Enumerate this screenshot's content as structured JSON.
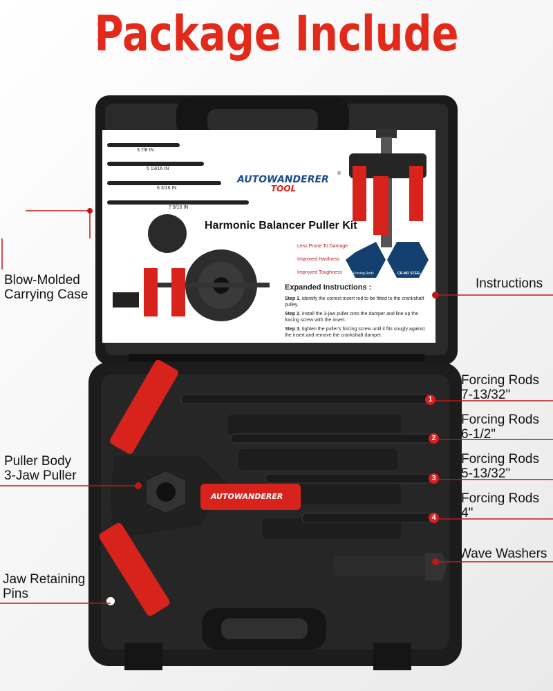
{
  "title": "Package Include",
  "brand": {
    "name": "AUTOWANDERER",
    "sub": "TOOL",
    "reg": "®"
  },
  "manual": {
    "heading": "Harmonic Balancer Puller Kit",
    "rod_sizes": [
      "3 7/8 IN",
      "5 13/16 IN",
      "6 3/16 IN",
      "7 9/16 IN"
    ],
    "features": [
      "Less Prone To Damage",
      "Improved Hardness",
      "Improved Toughness"
    ],
    "badges": [
      "Forcing Rods",
      "CR-MO STEEL"
    ],
    "expanded_title": "Expanded Instructions :",
    "steps": [
      {
        "label": "Step 1",
        "text": ", identify the correct insert rod to be fitted to the crankshaft pulley."
      },
      {
        "label": "Step 2",
        "text": ", install the 3-jaw puller onto the damper and line up the forcing screw with the insert."
      },
      {
        "label": "Step 3",
        "text": ", tighten the puller's forcing screw until it fits snugly against the insert and remove the crankshaft damper."
      }
    ]
  },
  "callouts": {
    "case": "Blow-Molded\nCarrying Case",
    "instructions": "Instructions",
    "puller": "Puller Body\n3-Jaw Puller",
    "pins": "Jaw Retaining\nPins",
    "rod1": "Forcing Rods\n7-13/32\"",
    "rod2": "Forcing Rods\n6-1/2\"",
    "rod3": "Forcing Rods\n5-13/32\"",
    "rod4": "Forcing Rods\n4\"",
    "washers": "Wave Washers"
  },
  "markers": [
    "1",
    "2",
    "3",
    "4"
  ],
  "colors": {
    "accent": "#e22a1a",
    "case": "#1c1c1c",
    "jaw": "#d8231d"
  }
}
